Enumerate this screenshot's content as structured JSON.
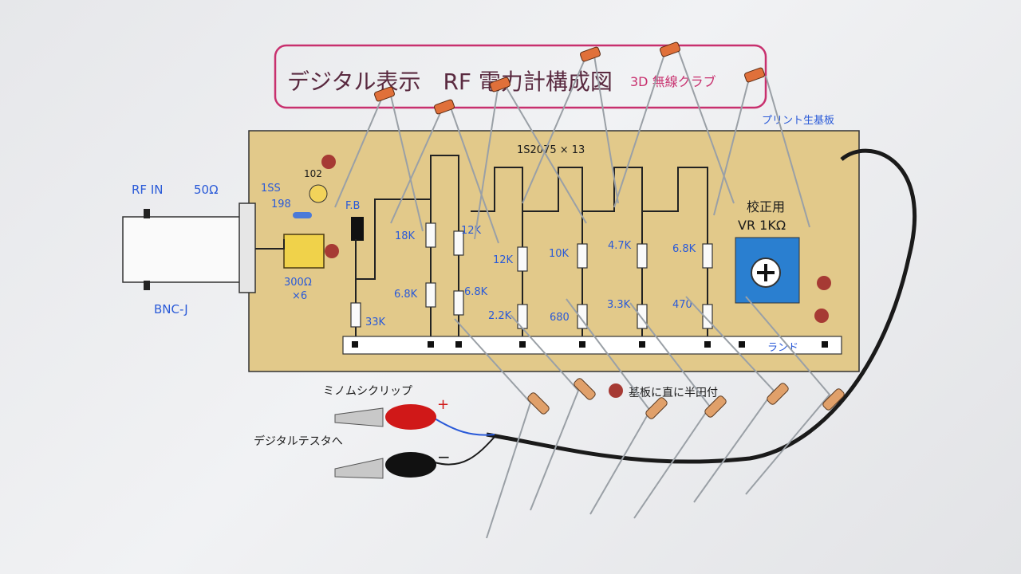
{
  "title": "デジタル表示　RF 電力計構成図",
  "bulb_label": "3D 無線クラブ",
  "board_label": "プリント生基板",
  "rf_in": "RF IN",
  "impedance": "50Ω",
  "connector": "BNC-J",
  "diode_name": "1SS",
  "diode_num": "198",
  "cap": "102",
  "fb": "F.B",
  "core": "300Ω",
  "core_mult": "×6",
  "diode_array": "1S2075 × 13",
  "calib_title": "校正用",
  "calib_vr": "VR 1KΩ",
  "land": "ランド",
  "clip_label": "ミノムシクリップ",
  "tester_label": "デジタルテスタへ",
  "plus": "+",
  "minus": "−",
  "direct_solder": "基板に直に半田付",
  "resistors": {
    "r18k": "18K",
    "r12k_a": "12K",
    "r12k_b": "12K",
    "r10k": "10K",
    "r47k": "4.7K",
    "r68k_a": "6.8K",
    "r68k_b": "6.8K",
    "r68k_c": "6.8K",
    "r33k": "33K",
    "r22k": "2.2K",
    "r680": "680",
    "r33k_b": "3.3K",
    "r470": "470"
  }
}
